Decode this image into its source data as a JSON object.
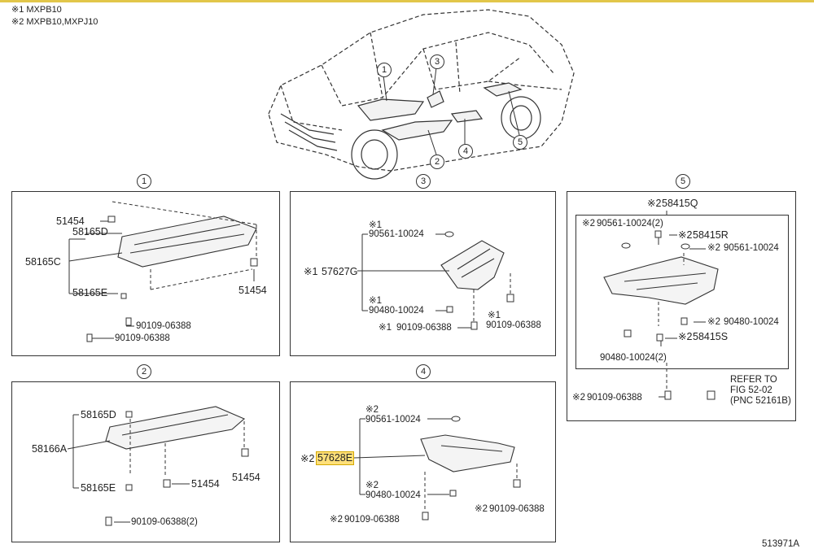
{
  "notes": [
    "※1 MXPB10",
    "※2 MXPB10,MXPJ10"
  ],
  "figure_number": "513971A",
  "overview_callouts": [
    "1",
    "2",
    "3",
    "4",
    "5"
  ],
  "panels": {
    "p1": {
      "number": "1",
      "labels": [
        "51454",
        "58165D",
        "58165C",
        "58165E",
        "90109-06388",
        "90109-06388",
        "51454"
      ]
    },
    "p2": {
      "number": "2",
      "labels": [
        "58165D",
        "58166A",
        "58165E",
        "51454",
        "51454",
        "90109-06388(2)"
      ]
    },
    "p3": {
      "number": "3",
      "labels": [
        "※1",
        "90561-10024",
        "※1",
        "57627G",
        "※1",
        "90480-10024",
        "※1",
        "90109-06388",
        "※1",
        "90109-06388"
      ]
    },
    "p4": {
      "number": "4",
      "labels": [
        "※2",
        "90561-10024",
        "※2",
        "57628E",
        "※2",
        "90480-10024",
        "※2",
        "90109-06388",
        "※2",
        "90109-06388"
      ]
    },
    "p5": {
      "number": "5",
      "labels": [
        "※2",
        "58415Q",
        "※2",
        "90561-10024(2)",
        "※2",
        "58415R",
        "※2",
        "90561-10024",
        "※2",
        "90480-10024",
        "※2",
        "58415S",
        "90480-10024(2)",
        "※2",
        "90109-06388",
        "REFER TO",
        "FIG 52-02",
        "(PNC 52161B)"
      ]
    }
  }
}
